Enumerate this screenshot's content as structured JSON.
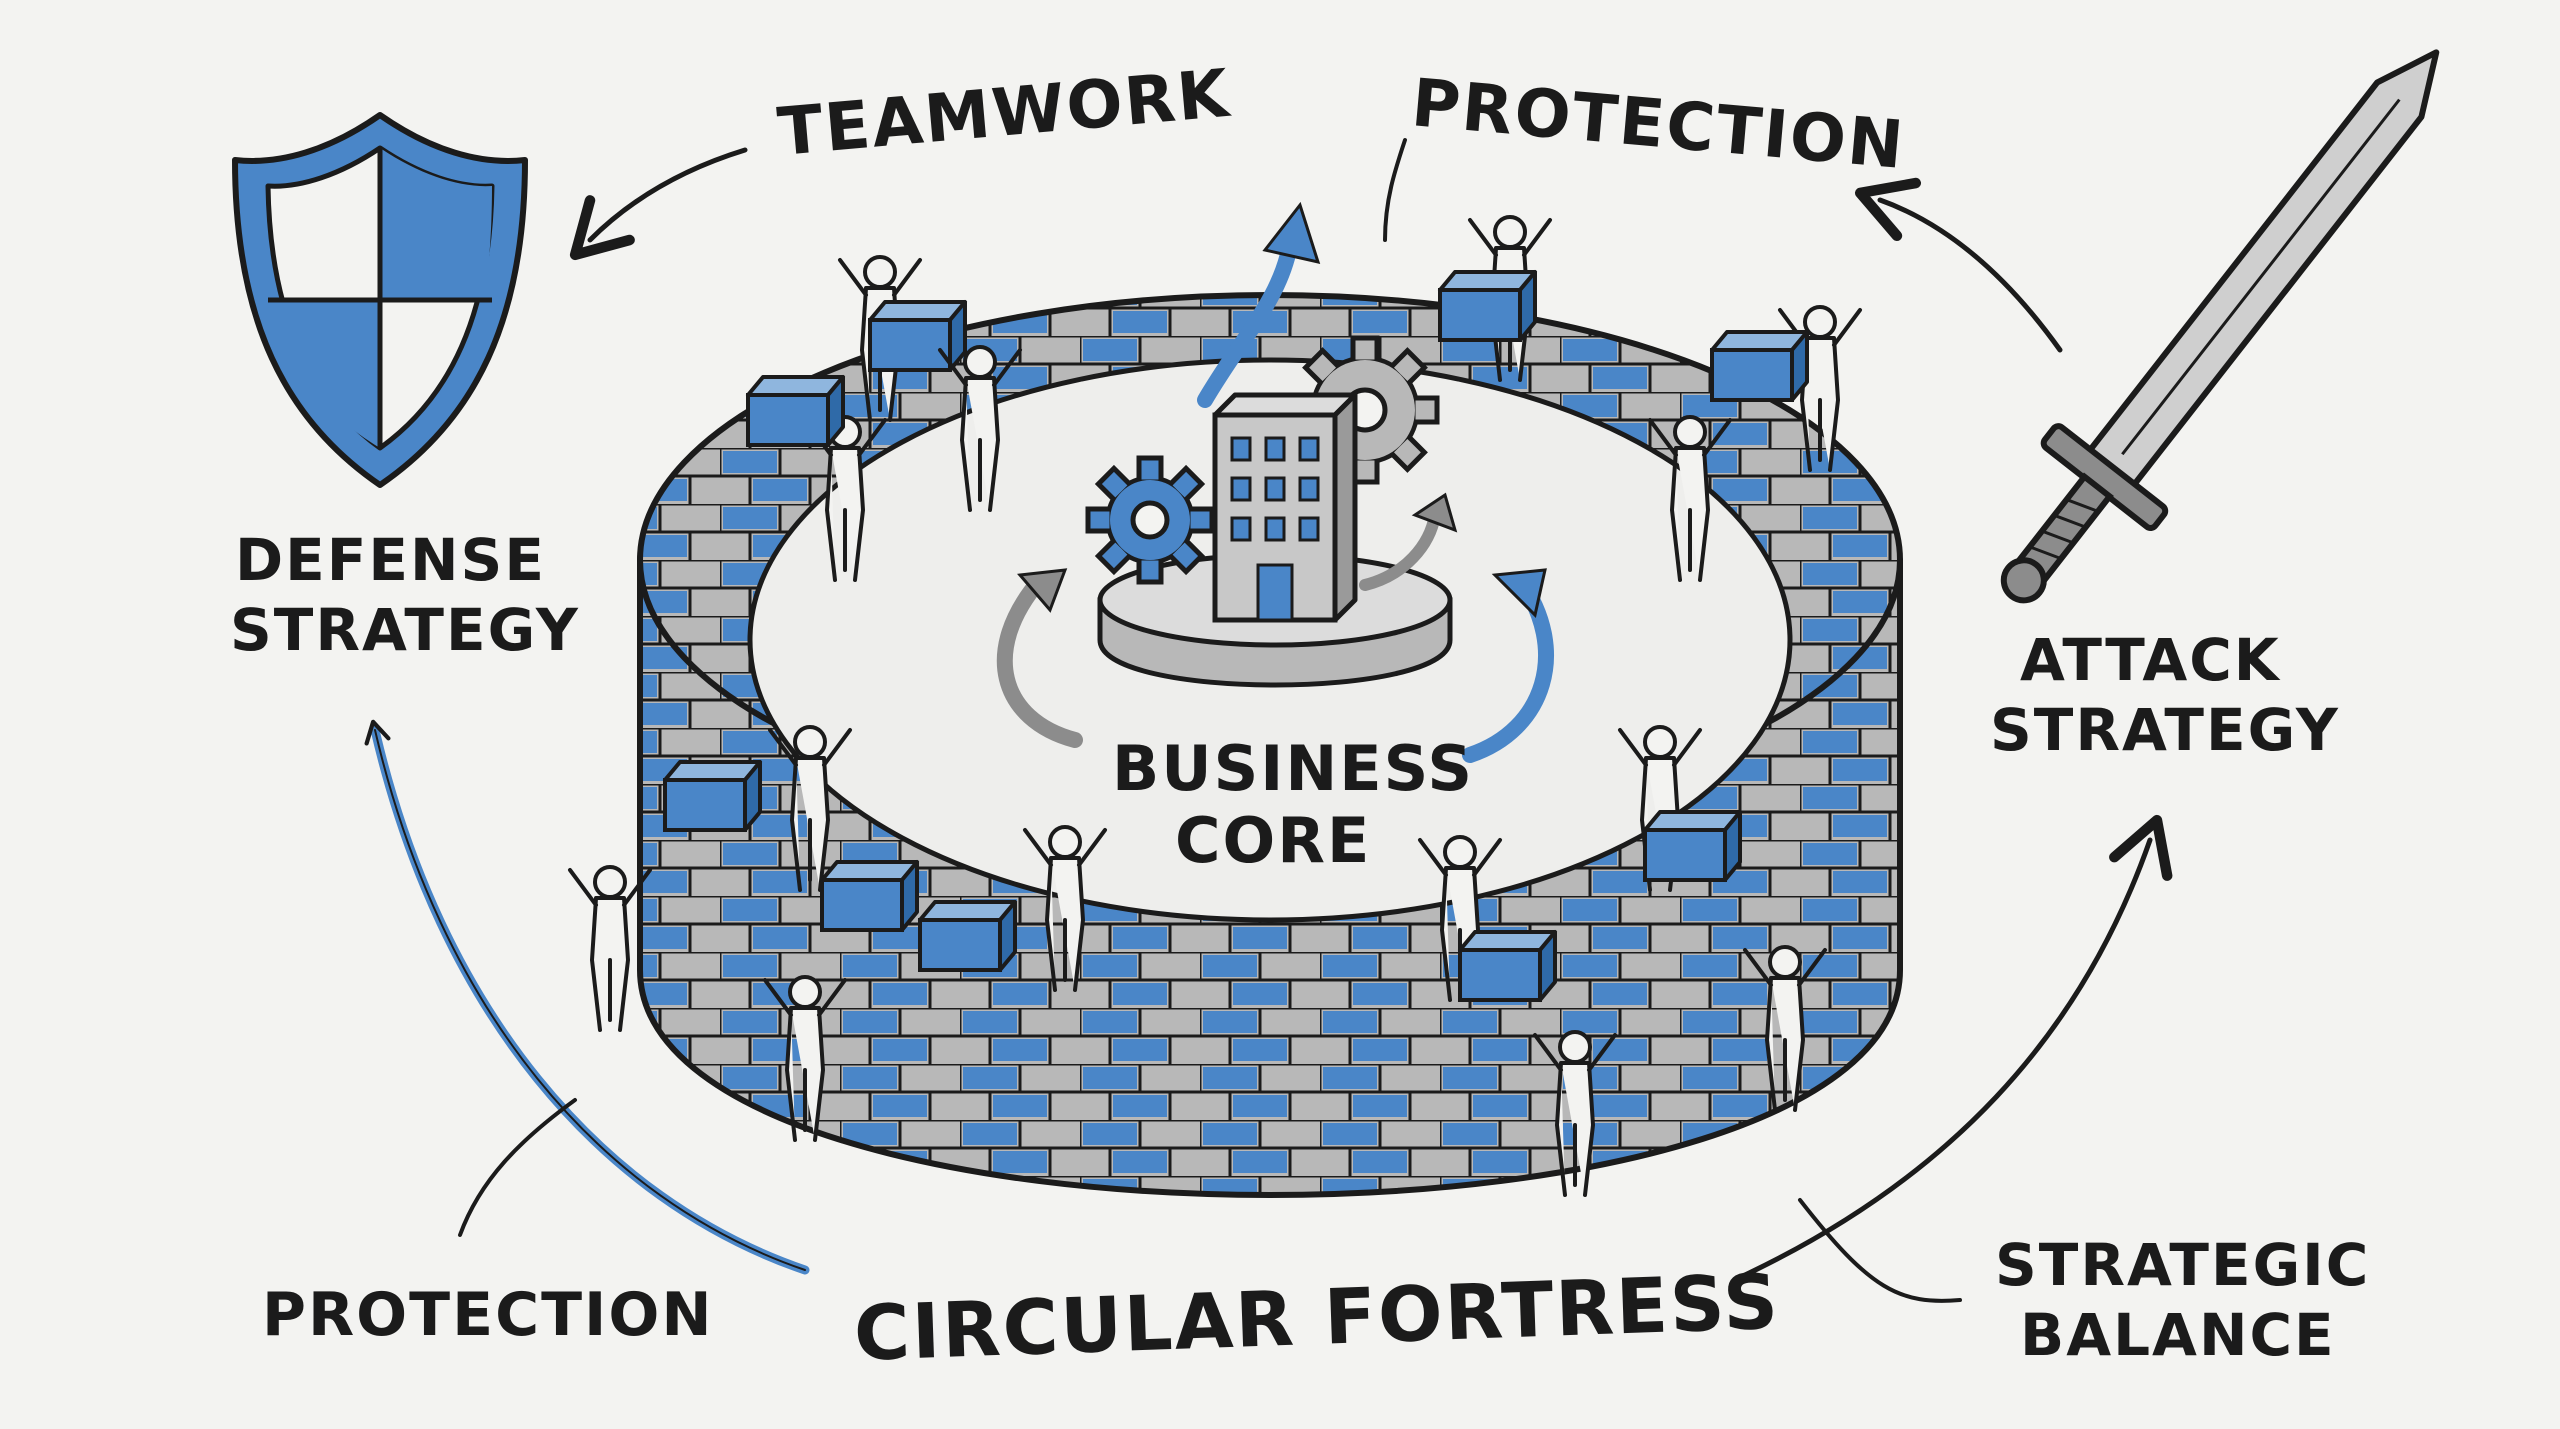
{
  "labels": {
    "teamwork": "TEAMWORK",
    "protection_top": "PROTECTION",
    "defense_line1": "DEFENSE",
    "defense_line2": "STRATEGY",
    "attack_line1": "ATTACK",
    "attack_line2": "STRATEGY",
    "core_line1": "BUSINESS",
    "core_line2": "CORE",
    "protection_bottom": "PROTECTION",
    "fortress": "CIRCULAR FORTRESS",
    "balance_line1": "STRATEGIC",
    "balance_line2": "BALANCE"
  },
  "colors": {
    "accent_blue": "#4a86c8",
    "brick_gray": "#b8b8b8",
    "ink": "#1b1b1b",
    "paper": "#f3f3f1"
  },
  "icons": [
    "shield-icon",
    "sword-icon",
    "gear-icon",
    "building-icon",
    "worker-icon"
  ]
}
